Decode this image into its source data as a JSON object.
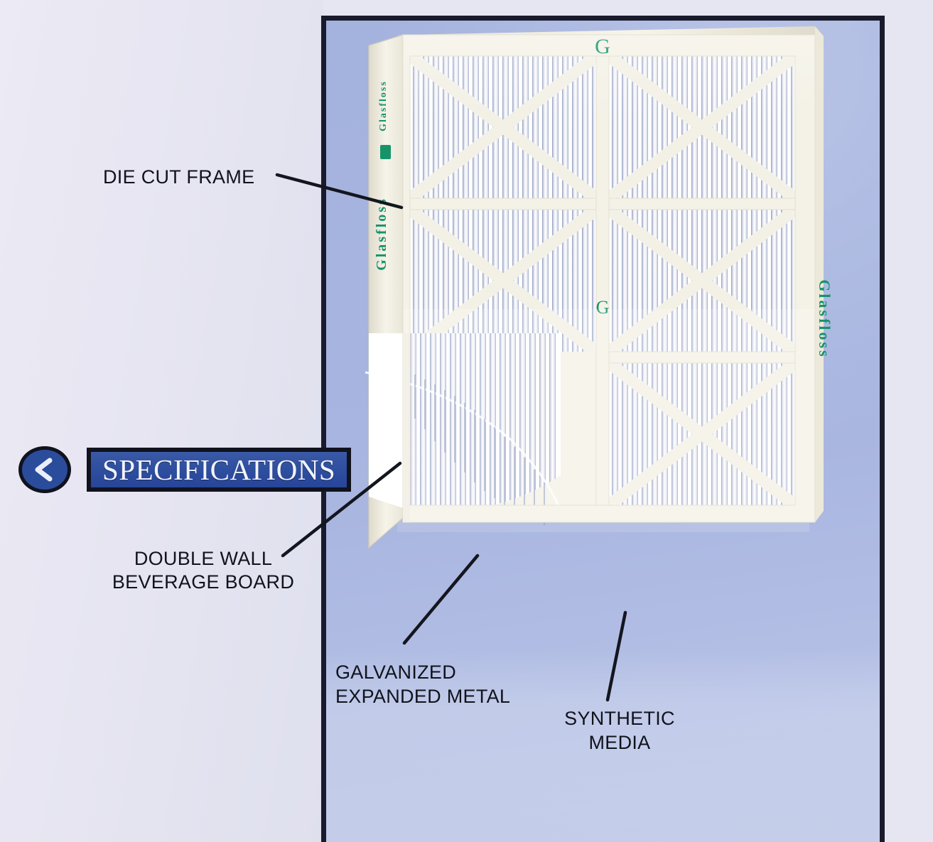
{
  "page": {
    "background_color": "#e6e6f2",
    "panel_border_color": "#191b2c",
    "photo_background_color": "#a4b2de"
  },
  "nav": {
    "back_icon": "chevron-left-icon",
    "back_circle_color": "#2b4c9b",
    "specifications_label": "SPECIFICATIONS",
    "specifications_button_color": "#2f4f9f",
    "specifications_text_color": "#f2f4fb"
  },
  "callouts": [
    {
      "id": "die-cut-frame",
      "text": "DIE CUT FRAME"
    },
    {
      "id": "double-wall-beverage",
      "text": "DOUBLE WALL\nBEVERAGE BOARD"
    },
    {
      "id": "galvanized-metal",
      "text": "GALVANIZED\nEXPANDED METAL"
    },
    {
      "id": "synthetic-media",
      "text": "SYNTHETIC\nMEDIA"
    }
  ],
  "product": {
    "type": "pleated-air-filter",
    "brand_text": "Glasfloss",
    "brand_color": "#17936a",
    "logo_mark": "G",
    "frame_color": "#f4f2e8",
    "media_color": "#ffffff",
    "bracing": "x-pattern-expanded-metal"
  },
  "colors": {
    "label_text": "#11131c",
    "leader_line": "#14161f",
    "left_panel": "#e6e5f1"
  }
}
